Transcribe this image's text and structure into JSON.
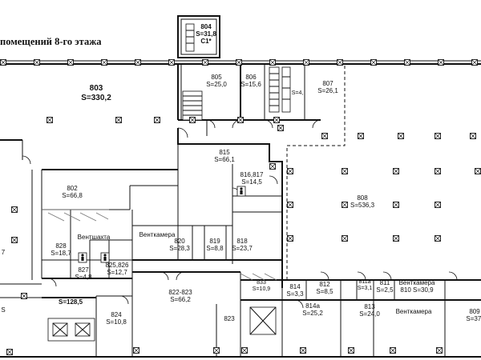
{
  "title": "помещений 8-го этажа",
  "rooms": [
    {
      "id": "r804",
      "lines": [
        "804",
        "S=31,8",
        "C1*"
      ]
    },
    {
      "id": "r803",
      "lines": [
        "803",
        "S=330,2"
      ]
    },
    {
      "id": "r805",
      "lines": [
        "805",
        "S=25,0"
      ]
    },
    {
      "id": "r806",
      "lines": [
        "806",
        "S=15,6"
      ]
    },
    {
      "id": "r807",
      "lines": [
        "807",
        "S=26,1"
      ]
    },
    {
      "id": "r815",
      "lines": [
        "815",
        "S=66,1"
      ]
    },
    {
      "id": "r816",
      "lines": [
        "816,817",
        "S=14,5"
      ]
    },
    {
      "id": "r802",
      "lines": [
        "802",
        "S=66,8"
      ]
    },
    {
      "id": "r808",
      "lines": [
        "808",
        "S=536,3"
      ]
    },
    {
      "id": "rvs",
      "lines": [
        "Вентшахта"
      ]
    },
    {
      "id": "rvk1",
      "lines": [
        "Венткамера"
      ]
    },
    {
      "id": "r820",
      "lines": [
        "820",
        "S=28,3"
      ]
    },
    {
      "id": "r819",
      "lines": [
        "819",
        "S=8,8"
      ]
    },
    {
      "id": "r818",
      "lines": [
        "818",
        "S=23,7"
      ]
    },
    {
      "id": "r828",
      "lines": [
        "828",
        "S=18,7"
      ]
    },
    {
      "id": "r827",
      "lines": [
        "827",
        "S=4,8"
      ]
    },
    {
      "id": "r825",
      "lines": [
        "825,826",
        "S=12,7"
      ]
    },
    {
      "id": "r_l7",
      "lines": [
        "7"
      ]
    },
    {
      "id": "r_ls",
      "lines": [
        "S"
      ]
    },
    {
      "id": "rcorr",
      "lines": [
        "S=128,5"
      ]
    },
    {
      "id": "r824",
      "lines": [
        "824",
        "S=10,8"
      ]
    },
    {
      "id": "r822",
      "lines": [
        "822-823",
        "S=66,2"
      ]
    },
    {
      "id": "r823",
      "lines": [
        "823"
      ]
    },
    {
      "id": "r833",
      "lines": [
        "833",
        "S=10,9"
      ]
    },
    {
      "id": "r814",
      "lines": [
        "814",
        "S=3,3"
      ]
    },
    {
      "id": "r812",
      "lines": [
        "812",
        "S=8,5"
      ]
    },
    {
      "id": "r811a",
      "lines": [
        "811a",
        "S=3,1"
      ]
    },
    {
      "id": "r811",
      "lines": [
        "811",
        "S=2,5"
      ]
    },
    {
      "id": "rvk2",
      "lines": [
        "Венткамера",
        "810 S=30,9"
      ]
    },
    {
      "id": "r814a",
      "lines": [
        "814a",
        "S=25,2"
      ]
    },
    {
      "id": "r813",
      "lines": [
        "813",
        "S=24,0"
      ]
    },
    {
      "id": "rvk3",
      "lines": [
        "Венткамера"
      ]
    },
    {
      "id": "r809",
      "lines": [
        "809",
        "S=37,"
      ]
    },
    {
      "id": "rsmall",
      "lines": [
        "S=4,"
      ]
    }
  ]
}
